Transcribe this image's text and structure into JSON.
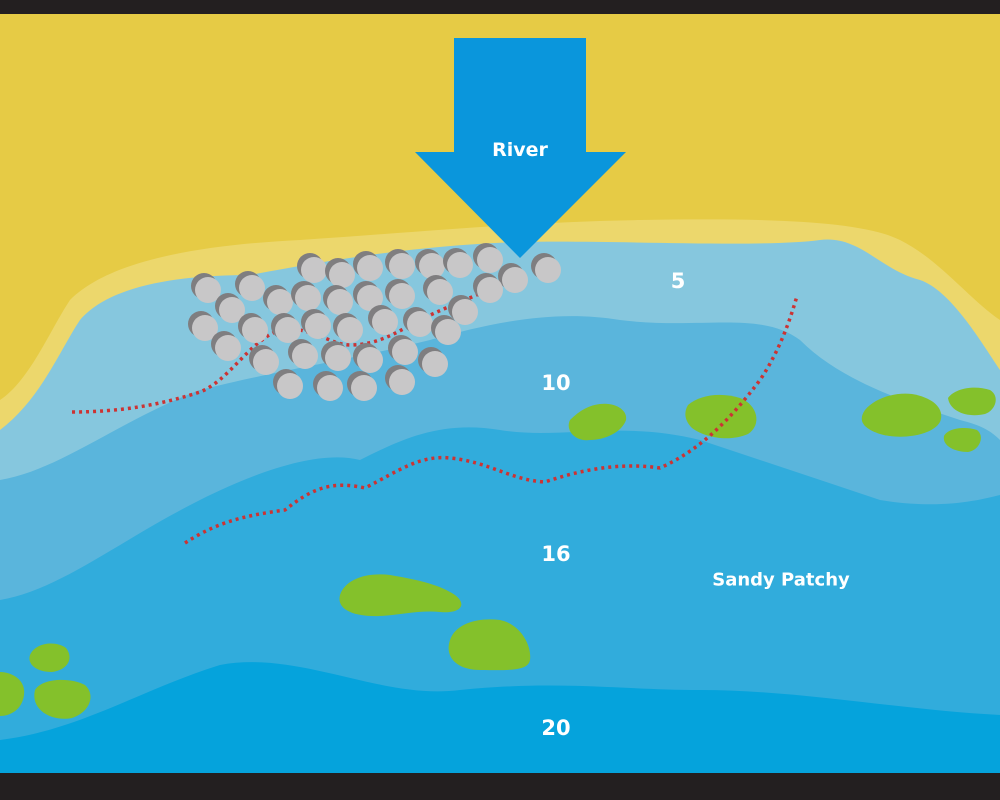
{
  "labels": {
    "river": "River",
    "depth_5": "5",
    "depth_10": "10",
    "depth_16": "16",
    "depth_20": "20",
    "sandy_patchy": "Sandy Patchy"
  },
  "colors": {
    "frame": "#231f20",
    "land": "#e6cb45",
    "beach": "#ecd76c",
    "depth_5": "#86c7de",
    "depth_10": "#5ab5dc",
    "depth_16": "#31acdc",
    "depth_20": "#05a3dc",
    "river_arrow": "#0a96dc",
    "seagrass": "#84c12b",
    "rock": "#c8c7c8",
    "rock_shadow": "#7f7e80",
    "contour": "#cc3333"
  }
}
